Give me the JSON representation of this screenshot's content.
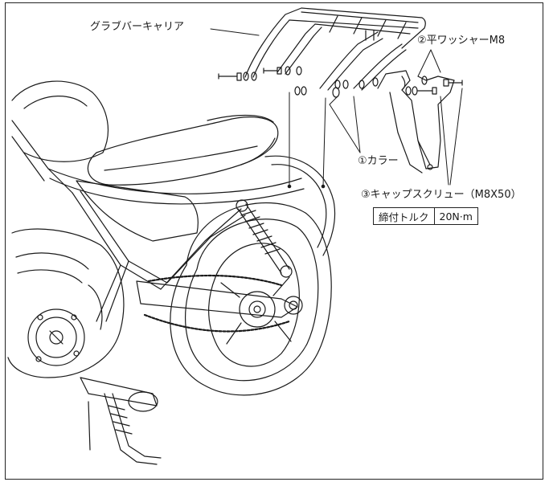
{
  "labels": {
    "grab_bar_carrier": "グラブバーキャリア",
    "flat_washer": "②平ワッシャーM8",
    "collar": "①カラー",
    "cap_screw": "③キャップスクリュー（M8X50）"
  },
  "torque_table": {
    "label": "締付トルク",
    "value": "20N·m"
  },
  "colors": {
    "line": "#1a1a1a",
    "background": "#ffffff"
  }
}
